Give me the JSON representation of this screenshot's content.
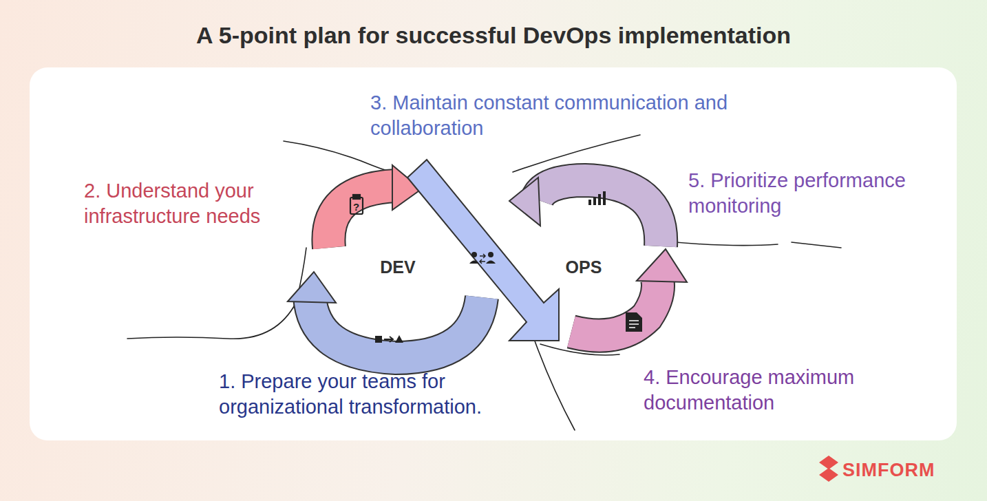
{
  "diagram": {
    "title": "A 5-point plan for successful DevOps implementation",
    "nodes": [
      {
        "text": [
          "DEV"
        ]
      },
      {
        "text": [
          "OPS"
        ]
      }
    ],
    "labels": [
      "3. Maintain constant communication and collaboration",
      "2. Understand your infrastructure needs",
      "5. Prioritize performance monitoring",
      "1. Prepare your teams for organizational transformation.",
      "4. Encourage maximum documentation",
      "SIMFORM"
    ]
  }
}
